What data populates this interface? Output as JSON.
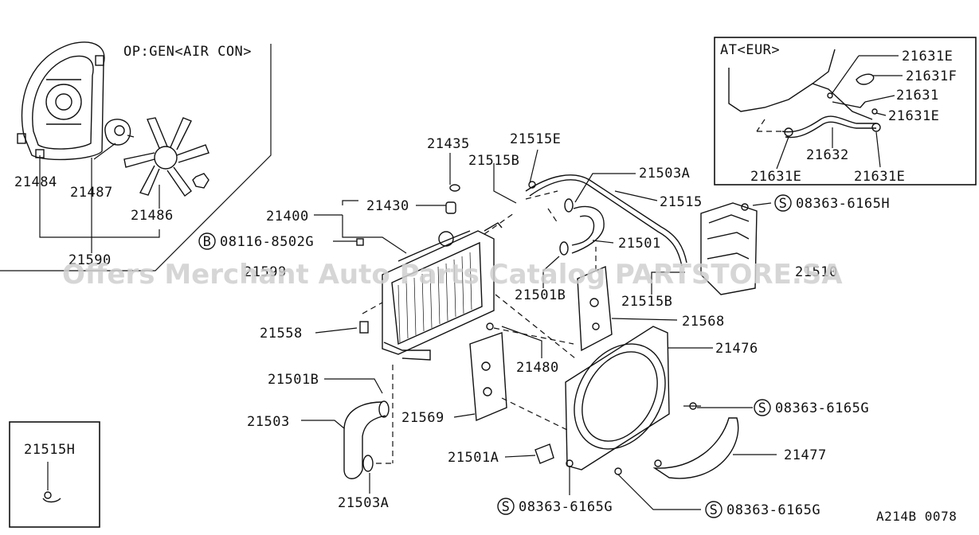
{
  "watermark": "Offers Merchant Auto Parts Catalog PARTSTORE.SA",
  "option_note": "OP:GEN<AIR CON>",
  "inset_title": "AT<EUR>",
  "drawing_code": "A214B 0078",
  "bolt_prefix": {
    "B": "B",
    "S": "S"
  },
  "labels": {
    "p21484": "21484",
    "p21487": "21487",
    "p21486": "21486",
    "p21590": "21590",
    "p21435": "21435",
    "p21515E": "21515E",
    "p21515B": "21515B",
    "p21503A": "21503A",
    "p21400": "21400",
    "p21430": "21430",
    "p21515": "21515",
    "b08116": "08116-8502G",
    "p21501": "21501",
    "p21599": "21599",
    "p21501B_top": "21501B",
    "p21515B_low": "21515B",
    "p21510": "21510",
    "p21558": "21558",
    "p21568": "21568",
    "p21476": "21476",
    "p21480": "21480",
    "p21501B_left": "21501B",
    "p21503": "21503",
    "p21569": "21569",
    "s08363G_right": "08363-6165G",
    "p21501A": "21501A",
    "p21477": "21477",
    "p21503A_low": "21503A",
    "s08363G_bottom": "08363-6165G",
    "s08363G_bottom2": "08363-6165G",
    "s08363H": "08363-6165H",
    "p21631E_1": "21631E",
    "p21631F": "21631F",
    "p21631": "21631",
    "p21631E_2": "21631E",
    "p21632": "21632",
    "p21631E_3": "21631E",
    "p21631E_4": "21631E",
    "p21515H": "21515H"
  }
}
